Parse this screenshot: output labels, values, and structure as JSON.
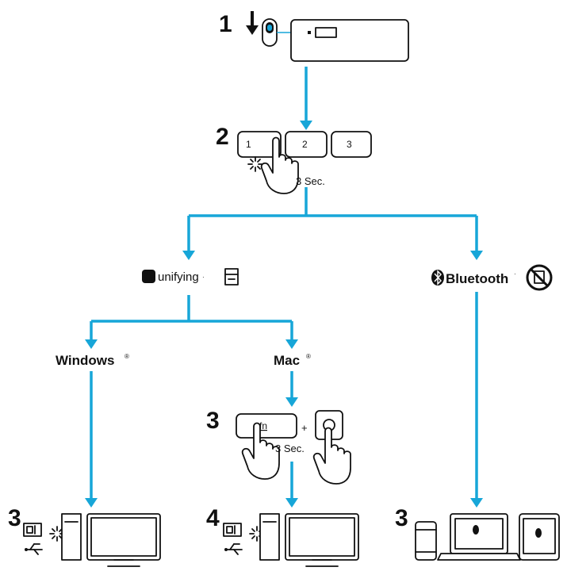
{
  "colors": {
    "accent": "#17a6d8",
    "ink": "#111111"
  },
  "steps": {
    "s1": "1",
    "s2": "2",
    "s3_pair_mac": "3",
    "s3_windows": "3",
    "s4_mac": "4",
    "s3_bluetooth": "3"
  },
  "keys": {
    "k1": "1",
    "k2": "2",
    "k3": "3",
    "fn": "fn"
  },
  "hold": {
    "hold_top": "3 Sec.",
    "hold_mac": "3 Sec."
  },
  "labels": {
    "unifying": "unifying",
    "unifying_tm": "·",
    "bluetooth": "Bluetooth",
    "bluetooth_tm": "·",
    "windows": "Windows",
    "windows_reg": "®",
    "mac": "Mac",
    "mac_reg": "®",
    "plus": "+"
  },
  "icons": [
    "power-switch-icon",
    "down-arrow-icon",
    "keyboard-icon",
    "pressing-hand-icon",
    "unifying-logo-icon",
    "unifying-receiver-icon",
    "bluetooth-logo-icon",
    "no-receiver-icon",
    "usb-receiver-icon",
    "usb-symbol-icon",
    "desktop-computer-icon",
    "phone-icon",
    "laptop-icon",
    "tablet-icon"
  ]
}
